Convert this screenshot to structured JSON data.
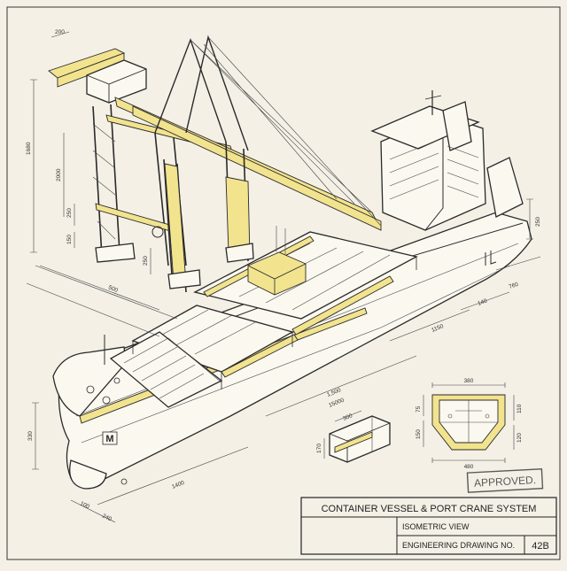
{
  "title_block": {
    "title": "CONTAINER VESSEL & PORT CRANE SYSTEM",
    "view": "ISOMETRIC VIEW",
    "drawing_label": "ENGINEERING DRAWING NO.",
    "drawing_number": "42B"
  },
  "stamp": "APPROVED.",
  "hull_mark": "M",
  "dimensions": {
    "crane_top": "200",
    "crane_height": "1680",
    "crane_mid": "2000",
    "crane_leg": "250",
    "crane_base": "150",
    "gantry_depth": "250",
    "gantry_span": "500",
    "bridge_height": "250",
    "stern_right": "760",
    "stern_width": "140",
    "deck_span": "1150",
    "length_a": "1,500",
    "length_b": "15000",
    "bow_height": "330",
    "keel_length": "1400",
    "bow_a": "100",
    "bow_b": "240",
    "beam_len": "300",
    "beam_h": "170",
    "section_top": "380",
    "section_upper": "75",
    "section_mid": "150",
    "section_right_top": "110",
    "section_right_bottom": "120",
    "section_bottom": "480"
  },
  "colors": {
    "paper": "#f4f0e6",
    "highlight": "#f2e38e",
    "ink": "#2a2a2a"
  }
}
